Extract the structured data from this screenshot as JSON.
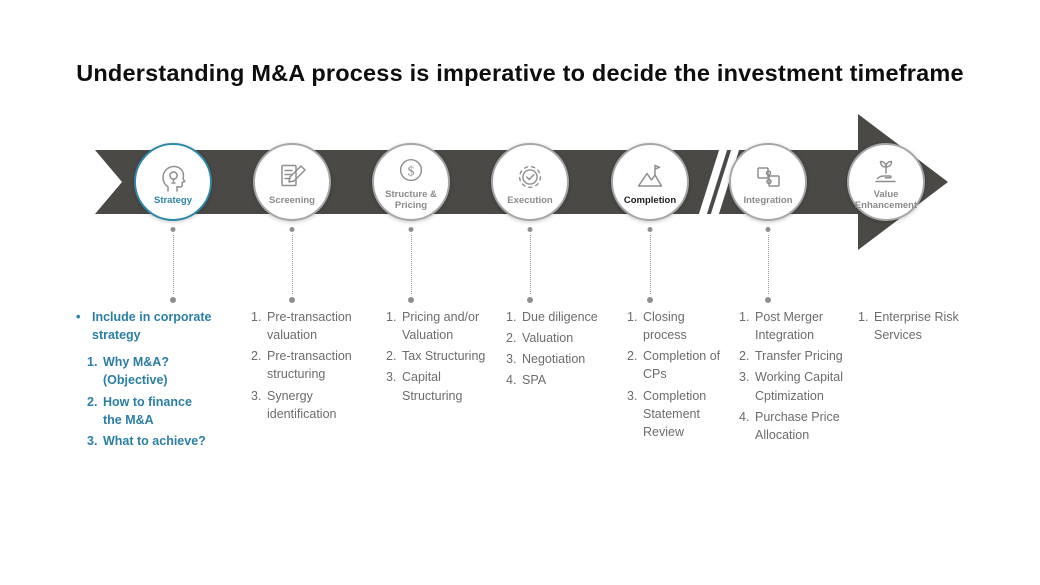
{
  "title": "Understanding M&A process is imperative to decide the investment timeframe",
  "colors": {
    "accent": "#2b7fa4",
    "band": "#4a4946",
    "note_gray": "#6c6c6c"
  },
  "stages": [
    {
      "label": "Strategy",
      "highlight": true,
      "items": [
        {
          "n": "•",
          "t": "Include in corporate strategy"
        },
        {
          "n": "1.",
          "t": "Why M&A? (Objective)"
        },
        {
          "n": "2.",
          "t": "How to finance the M&A"
        },
        {
          "n": "3.",
          "t": "What to achieve?"
        }
      ]
    },
    {
      "label": "Screening",
      "items": [
        {
          "n": "1.",
          "t": "Pre-transaction valuation"
        },
        {
          "n": "2.",
          "t": "Pre-transaction structuring"
        },
        {
          "n": "3.",
          "t": "Synergy identification"
        }
      ]
    },
    {
      "label": "Structure & Pricing",
      "items": [
        {
          "n": "1.",
          "t": "Pricing and/or Valuation"
        },
        {
          "n": "2.",
          "t": "Tax Structuring"
        },
        {
          "n": "3.",
          "t": "Capital Structuring"
        }
      ]
    },
    {
      "label": "Execution",
      "items": [
        {
          "n": "1.",
          "t": "Due diligence"
        },
        {
          "n": "2.",
          "t": "Valuation"
        },
        {
          "n": "3.",
          "t": "Negotiation"
        },
        {
          "n": "4.",
          "t": "SPA"
        }
      ]
    },
    {
      "label": "Completion",
      "items": [
        {
          "n": "1.",
          "t": "Closing process"
        },
        {
          "n": "2.",
          "t": "Completion of CPs"
        },
        {
          "n": "3.",
          "t": "Completion Statement Review"
        }
      ]
    },
    {
      "label": "Integration",
      "items": [
        {
          "n": "1.",
          "t": "Post Merger Integration"
        },
        {
          "n": "2.",
          "t": "Transfer Pricing"
        },
        {
          "n": "3.",
          "t": "Working Capital Cptimization"
        },
        {
          "n": "4.",
          "t": "Purchase Price Allocation"
        }
      ]
    },
    {
      "label": "Value Enhancement",
      "items": [
        {
          "n": "1.",
          "t": "Enterprise Risk Services"
        }
      ]
    }
  ]
}
